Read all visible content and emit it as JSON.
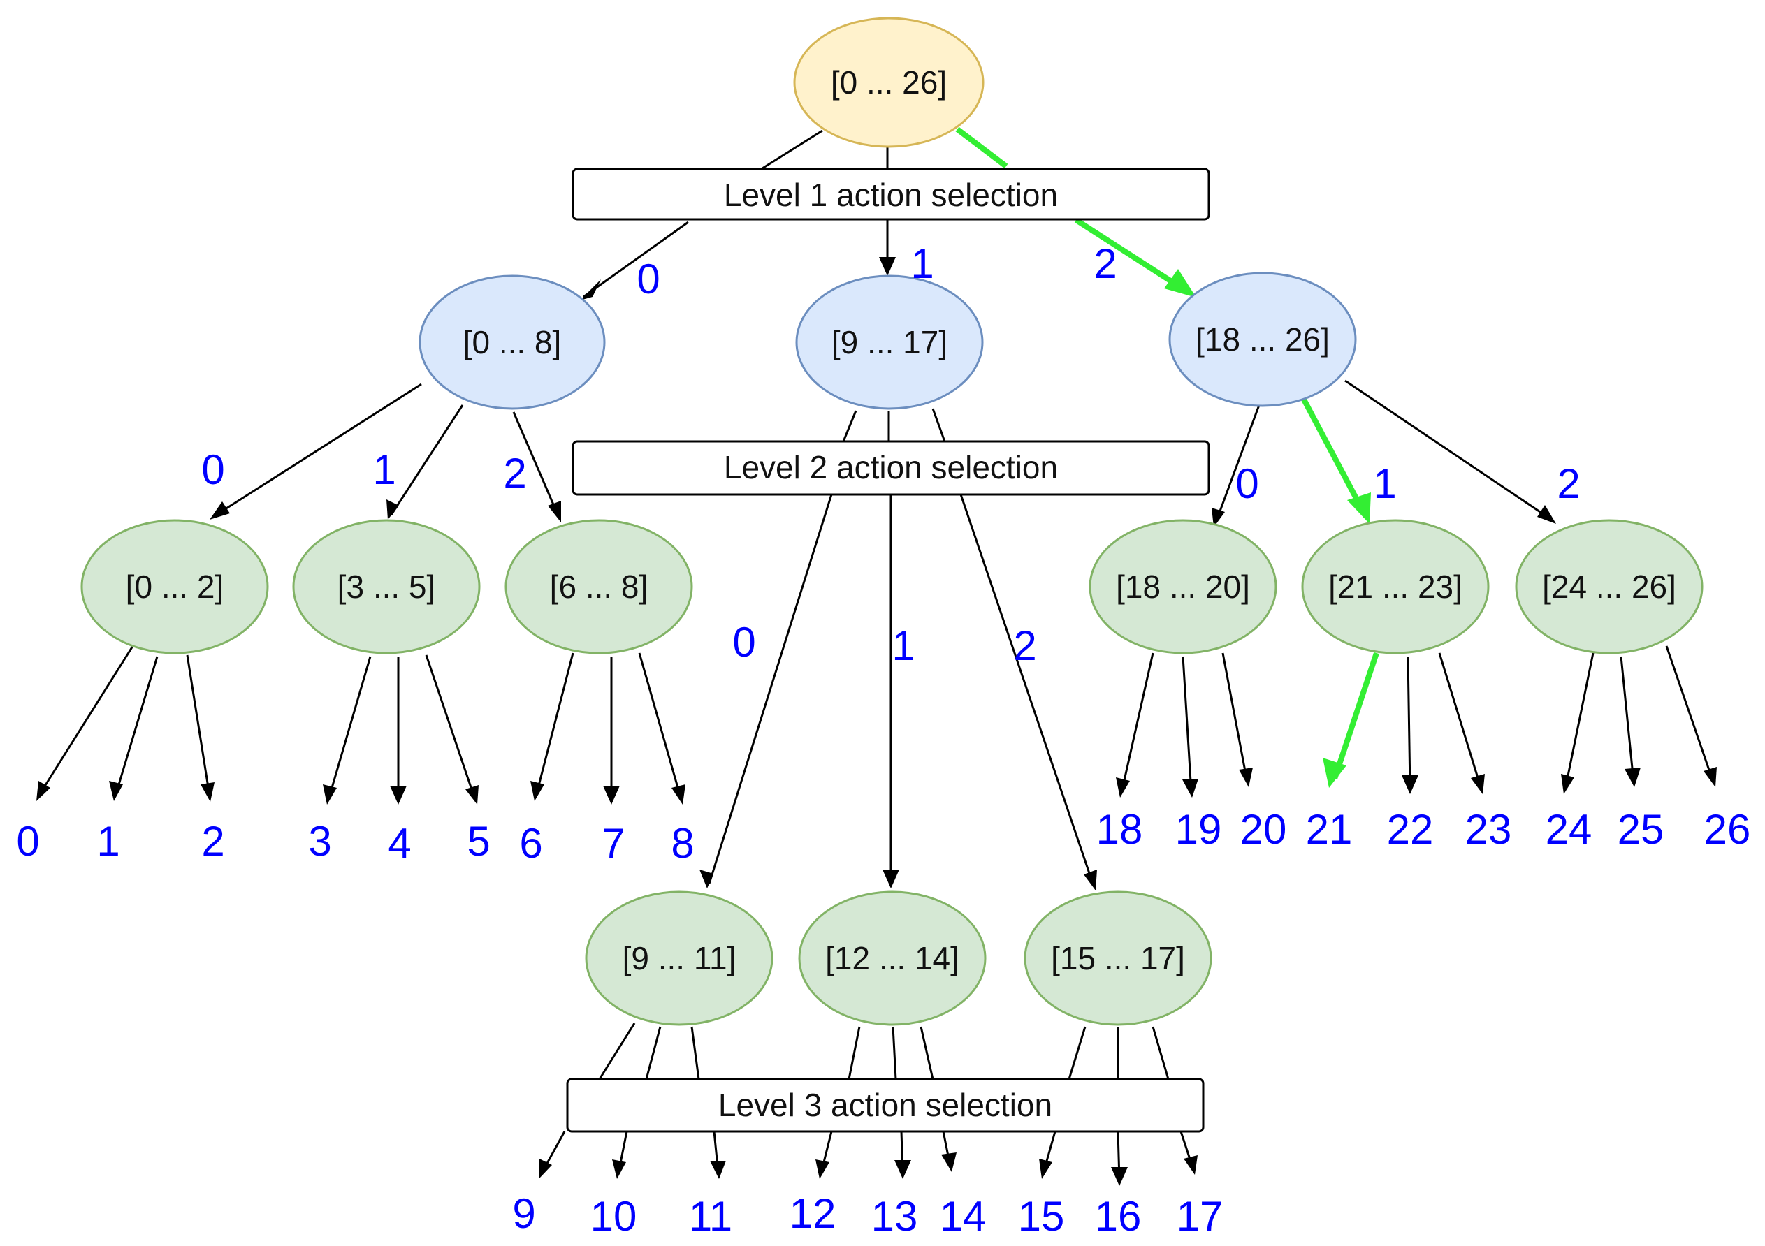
{
  "colors": {
    "root_fill": "#fff2cc",
    "root_stroke": "#d6b656",
    "level1_fill": "#dae8fc",
    "level1_stroke": "#6c8ebf",
    "level2_fill": "#d5e8d4",
    "level2_stroke": "#82b366",
    "edge": "#000000",
    "highlight_edge": "#33ee33",
    "label": "#0000ff"
  },
  "nodes": [
    {
      "id": "root",
      "label": "[0 ... 26]",
      "level": 0
    },
    {
      "id": "n0_8",
      "label": "[0 ... 8]",
      "level": 1
    },
    {
      "id": "n9_17",
      "label": "[9 ... 17]",
      "level": 1
    },
    {
      "id": "n18_26",
      "label": "[18 ... 26]",
      "level": 1
    },
    {
      "id": "n0_2",
      "label": "[0 ... 2]",
      "level": 2
    },
    {
      "id": "n3_5",
      "label": "[3 ... 5]",
      "level": 2
    },
    {
      "id": "n6_8",
      "label": "[6 ... 8]",
      "level": 2
    },
    {
      "id": "n18_20",
      "label": "[18 ... 20]",
      "level": 2
    },
    {
      "id": "n21_23",
      "label": "[21 ... 23]",
      "level": 2
    },
    {
      "id": "n24_26",
      "label": "[24 ... 26]",
      "level": 2
    },
    {
      "id": "n9_11",
      "label": "[9 ... 11]",
      "level": 2
    },
    {
      "id": "n12_14",
      "label": "[12 ... 14]",
      "level": 2
    },
    {
      "id": "n15_17",
      "label": "[15 ... 17]",
      "level": 2
    }
  ],
  "selection_boxes": [
    {
      "id": "level1",
      "label": "Level 1 action selection"
    },
    {
      "id": "level2",
      "label": "Level 2 action selection"
    },
    {
      "id": "level3",
      "label": "Level 3 action selection"
    }
  ],
  "branch_labels": [
    {
      "id": "b_root_0",
      "text": "0"
    },
    {
      "id": "b_root_1",
      "text": "1"
    },
    {
      "id": "b_root_2",
      "text": "2"
    },
    {
      "id": "b_l0_0",
      "text": "0"
    },
    {
      "id": "b_l0_1",
      "text": "1"
    },
    {
      "id": "b_l0_2",
      "text": "2"
    },
    {
      "id": "b_l1_0",
      "text": "0"
    },
    {
      "id": "b_l1_1",
      "text": "1"
    },
    {
      "id": "b_l1_2",
      "text": "2"
    },
    {
      "id": "b_l2_0",
      "text": "0"
    },
    {
      "id": "b_l2_1",
      "text": "1"
    },
    {
      "id": "b_l2_2",
      "text": "2"
    }
  ],
  "leaf_actions": [
    "0",
    "1",
    "2",
    "3",
    "4",
    "5",
    "6",
    "7",
    "8",
    "9",
    "10",
    "11",
    "12",
    "13",
    "14",
    "15",
    "16",
    "17",
    "18",
    "19",
    "20",
    "21",
    "22",
    "23",
    "24",
    "25",
    "26"
  ],
  "highlight_path": [
    "[0 ... 26]",
    "[18 ... 26]",
    "[21 ... 23]",
    "21"
  ]
}
